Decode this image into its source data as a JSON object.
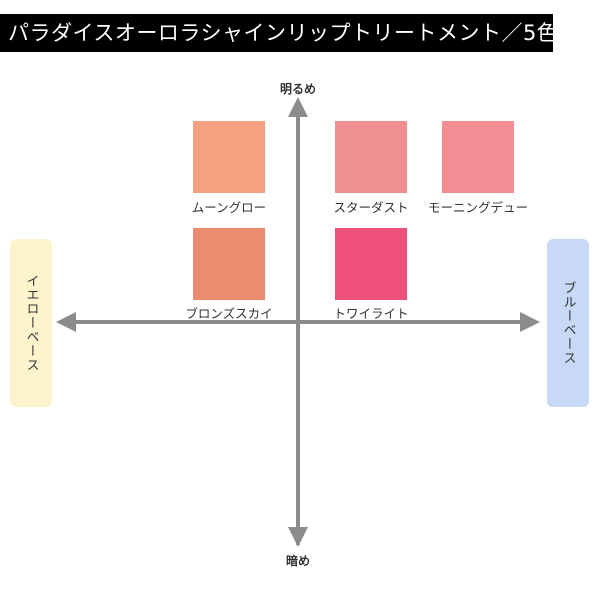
{
  "title": "パラダイスオーロラシャインリップトリートメント／5色",
  "axis": {
    "top": "明るめ",
    "bottom": "暗め",
    "left": "イエローベース",
    "right": "ブルーベース",
    "line_color": "#8c8c8c"
  },
  "colors": {
    "title_bg": "#000000",
    "yellow_base_bg": "#fdf3cc",
    "blue_base_bg": "#c8d9f7"
  },
  "shades": [
    {
      "name": "ムーングロー",
      "color": "#f5a07e"
    },
    {
      "name": "スターダスト",
      "color": "#f09090"
    },
    {
      "name": "モーニングデュー",
      "color": "#f38d93"
    },
    {
      "name": "ブロンズスカイ",
      "color": "#ec8b6d"
    },
    {
      "name": "トワイライト",
      "color": "#ec507b"
    }
  ]
}
